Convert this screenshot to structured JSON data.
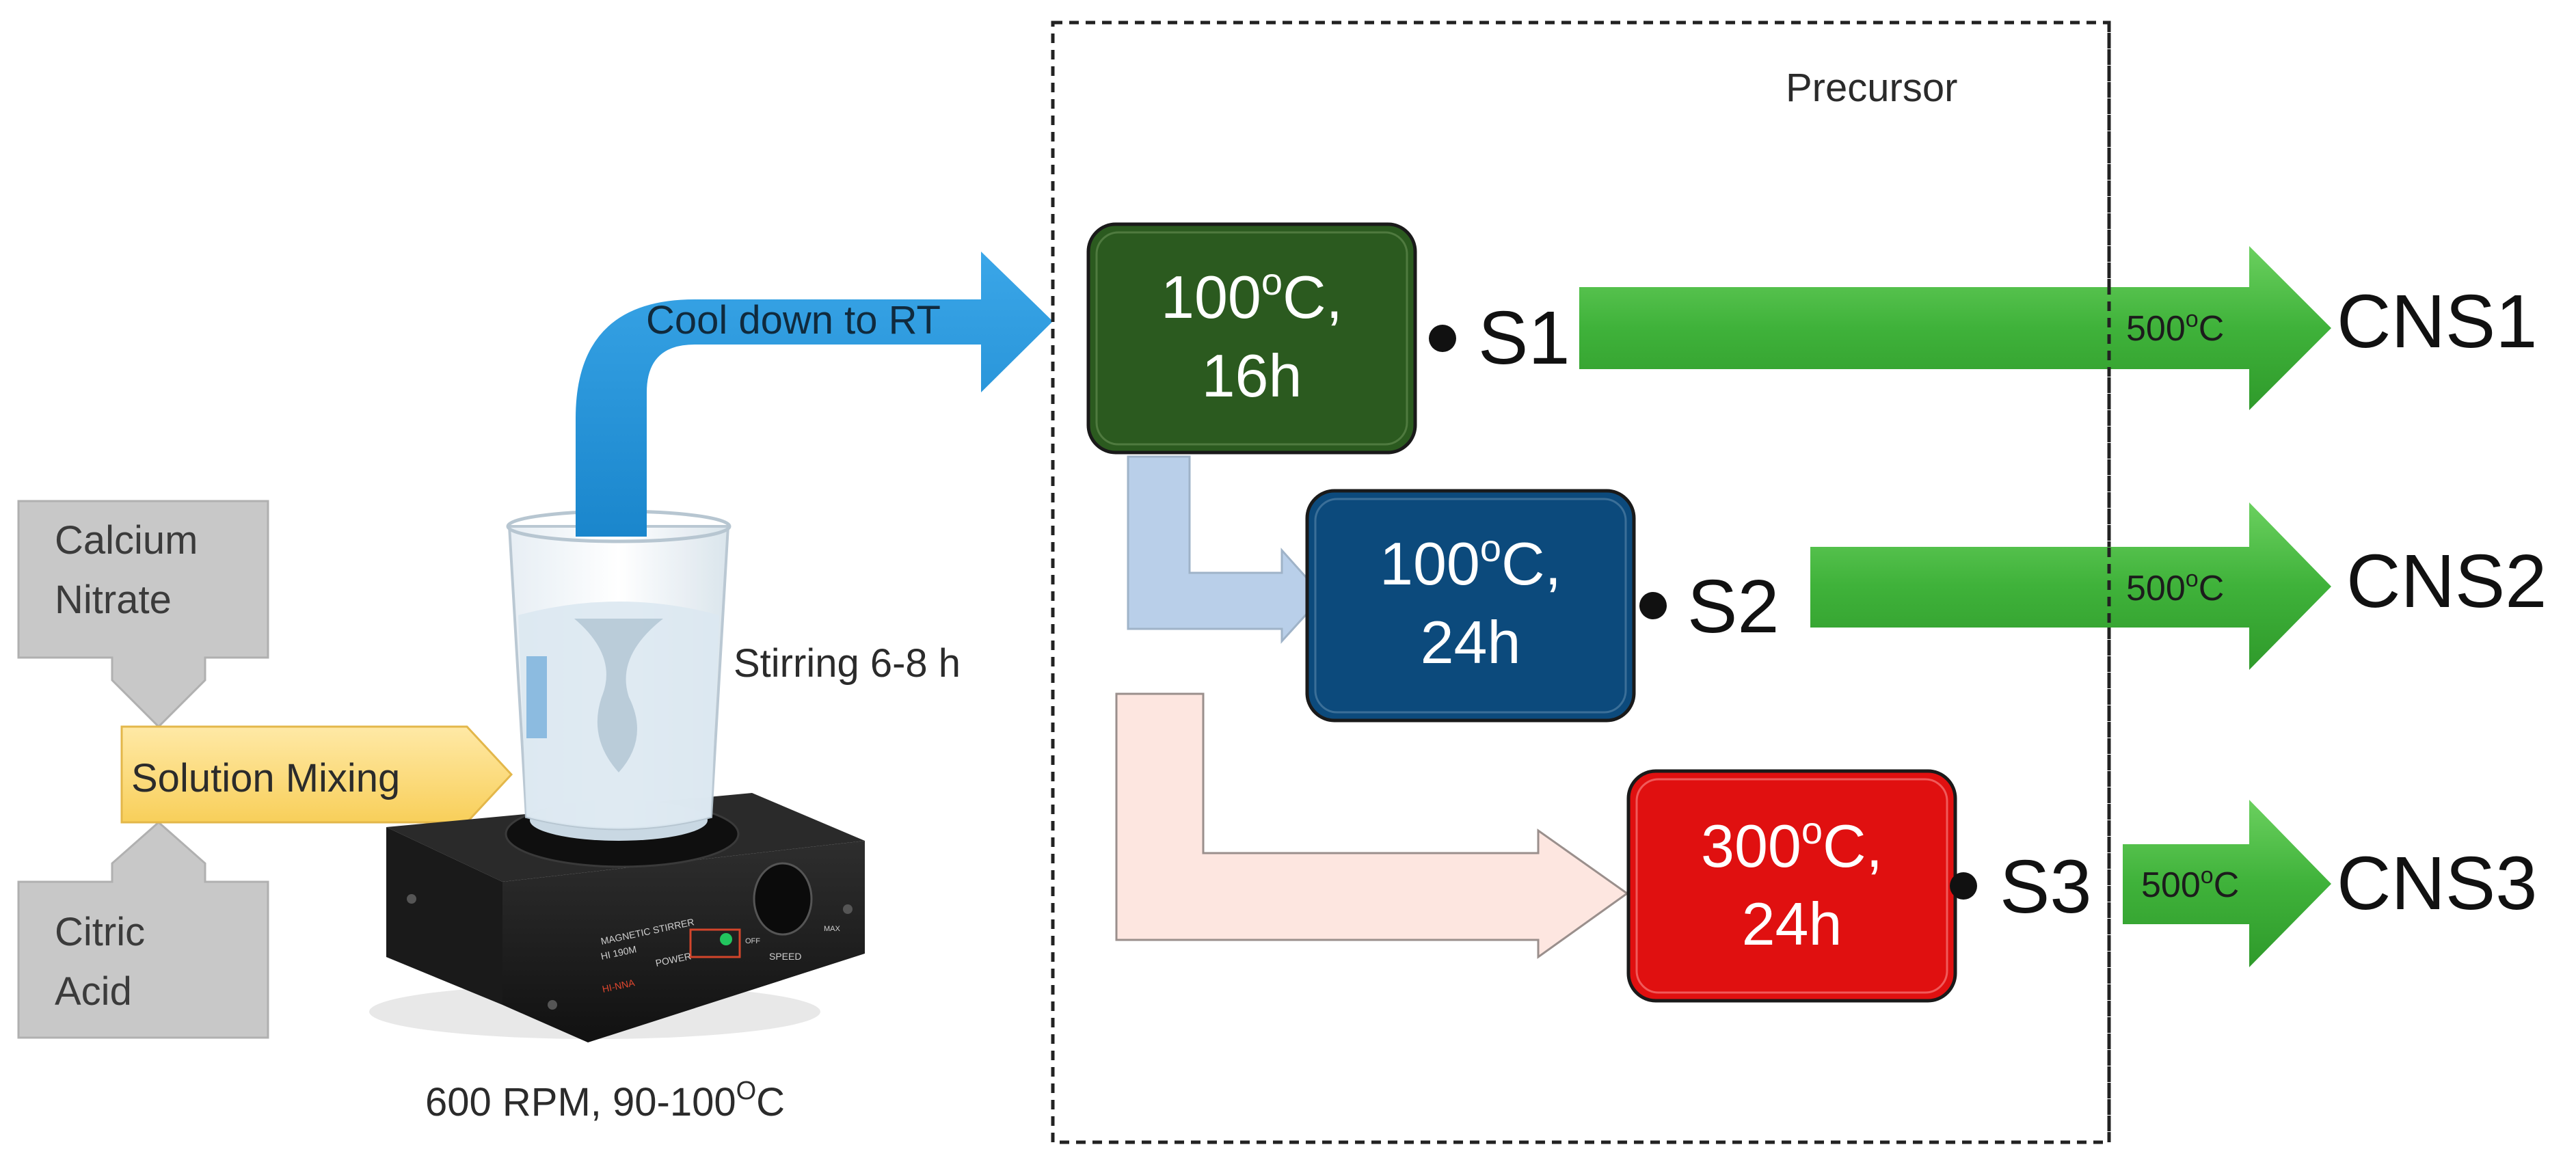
{
  "inputs": {
    "calcium_nitrate": [
      "Calcium",
      "Nitrate"
    ],
    "citric_acid": [
      "Citric",
      "Acid"
    ],
    "mixing": "Solution Mixing"
  },
  "stirrer": {
    "stirring_label": "Stirring 6-8 h",
    "condition_label": "600 RPM, 90-100",
    "condition_sup": "O",
    "condition_unit": "C",
    "device_text": [
      "MAGNETIC STIRRER",
      "HI 190M",
      "POWER",
      "OFF",
      "MAX",
      "SPEED",
      "HI-NNA"
    ]
  },
  "cool_label": "Cool down to RT",
  "precursor_label": "Precursor",
  "steps": [
    {
      "temp": "100",
      "sup": "o",
      "unit": "C,",
      "time": "16h",
      "sample": "S1",
      "anneal": "500",
      "anneal_sup": "o",
      "anneal_unit": "C",
      "product": "CNS1",
      "color": "#2b5a1f"
    },
    {
      "temp": "100",
      "sup": "o",
      "unit": "C,",
      "time": "24h",
      "sample": "S2",
      "anneal": "500",
      "anneal_sup": "o",
      "anneal_unit": "C",
      "product": "CNS2",
      "color": "#0c4a7c"
    },
    {
      "temp": "300",
      "sup": "o",
      "unit": "C,",
      "time": "24h",
      "sample": "S3",
      "anneal": "500",
      "anneal_sup": "o",
      "anneal_unit": "C",
      "product": "CNS3",
      "color": "#e01010"
    }
  ],
  "colors": {
    "grey_box": "#c8c8c8",
    "mixing_arrow": "#fdd770",
    "cool_arrow": "#1e90d6",
    "light_blue_arrow": "#b9cfe9",
    "light_pink_arrow": "#fde6e0",
    "green_arrow": "#3fb23a"
  }
}
